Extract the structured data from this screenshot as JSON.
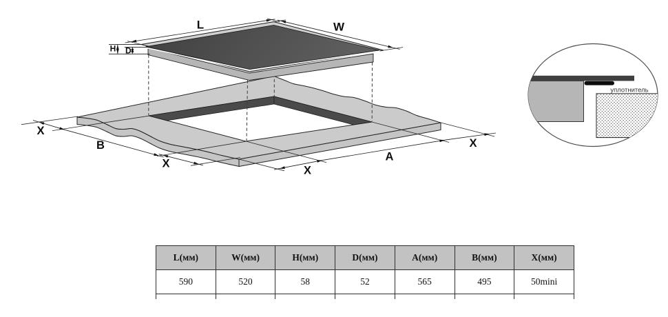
{
  "diagram": {
    "dim_labels": {
      "L": "L",
      "W": "W",
      "H": "H",
      "D": "D",
      "A": "A",
      "B": "B",
      "X_left": "X",
      "X_front_left": "X",
      "X_front": "X",
      "X_right": "X"
    },
    "detail_label": "уплотнитель",
    "colors": {
      "glass_dark": "#404040",
      "glass_light": "#5f5f5f",
      "frame": "#cfcfcf",
      "body": "#b6b6b6",
      "slab_top": "#cbcbcb",
      "slab_face": "#c5c5c5",
      "cut_wall": "#4a4a4a",
      "seal": "#0d0d0d",
      "table_header_bg": "#c2c2c2"
    }
  },
  "table": {
    "headers": [
      "L(мм)",
      "W(мм)",
      "H(мм)",
      "D(мм)",
      "A(мм)",
      "B(мм)",
      "X(мм)"
    ],
    "values": [
      "590",
      "520",
      "58",
      "52",
      "565",
      "495",
      "50mini"
    ]
  }
}
